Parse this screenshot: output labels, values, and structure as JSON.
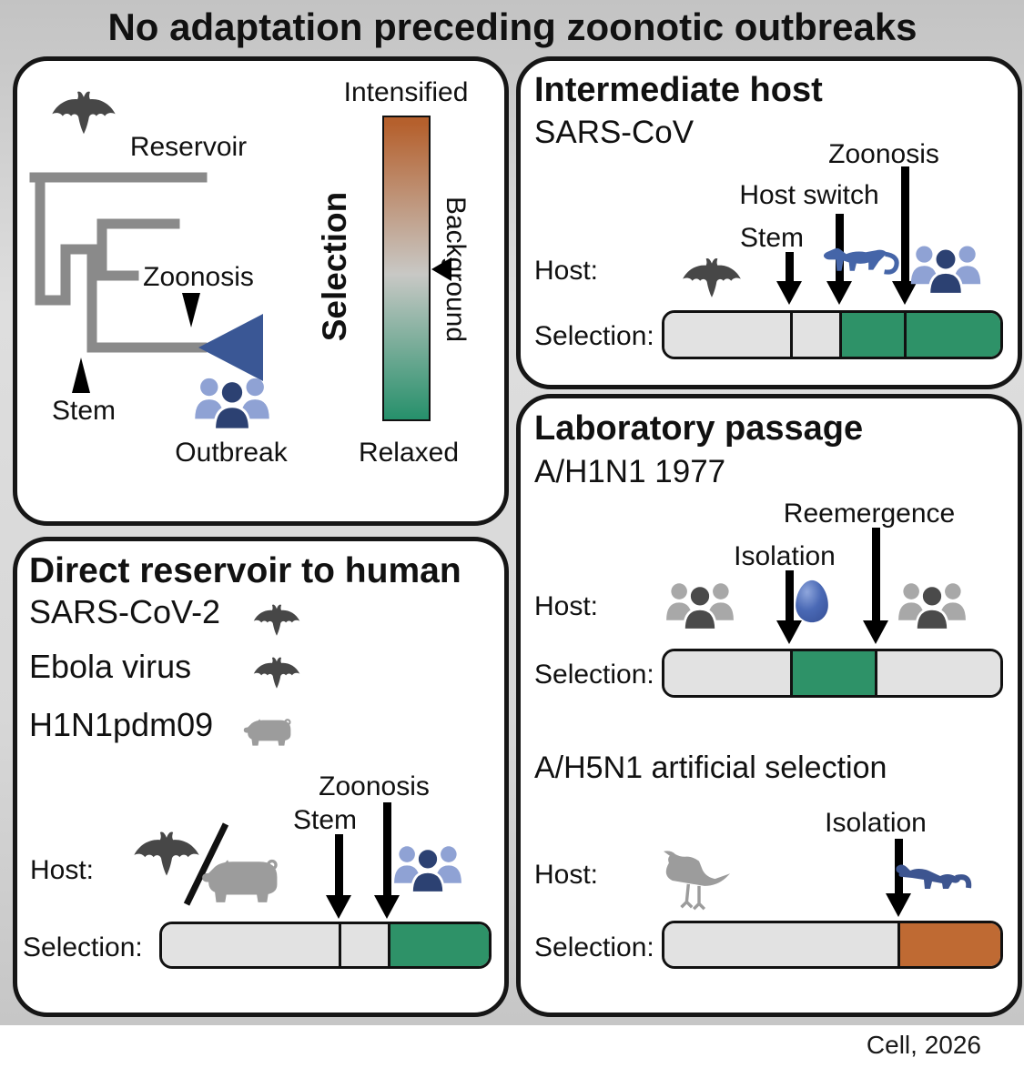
{
  "title": "No adaptation preceding zoonotic outbreaks",
  "credit": "Cell, 2026",
  "colors": {
    "relaxed_green": "#2E9268",
    "background_gray": "#E2E2E2",
    "intensified_orange": "#BF6A33",
    "funnel_blue": "#3A5795",
    "people_blue_light": "#8FA2D4",
    "people_blue_dark": "#2C4172",
    "people_gray_light": "#A8A8A8",
    "people_gray_dark": "#4A4A4A",
    "bat_gray": "#474747",
    "animal_gray": "#9C9C9C",
    "civet_blue": "#4565A8",
    "ferret_blue": "#3D5590",
    "egg_blue": "#4A69B5",
    "egg_blue_light": "#8FA6DC",
    "tree_gray": "#8A8A8A",
    "gradient_top": "#B5602D",
    "gradient_mid": "#C8C8C5",
    "gradient_bottom": "#26906B"
  },
  "icons": {
    "bat": "bat-silhouette",
    "pig": "pig-silhouette",
    "civet": "civet-silhouette",
    "gull": "gull-silhouette",
    "ferret": "ferret-silhouette",
    "egg": "chicken-egg",
    "people_blue": "human-group",
    "people_gray": "human-group",
    "funnel": "outbreak-funnel",
    "tree": "phylogenetic-tree"
  },
  "schematic": {
    "reservoir_label": "Reservoir",
    "zoonosis_label": "Zoonosis",
    "stem_label": "Stem",
    "outbreak_label": "Outbreak",
    "legend": {
      "title": "Selection",
      "top": "Intensified",
      "middle": "Background",
      "bottom": "Relaxed"
    }
  },
  "intermediate": {
    "title": "Intermediate host",
    "subtitle": "SARS-CoV",
    "host_label": "Host:",
    "selection_label": "Selection:",
    "ann_stem": "Stem",
    "ann_host_switch": "Host switch",
    "ann_zoonosis": "Zoonosis",
    "hosts": [
      "bat",
      "civet",
      "humans"
    ],
    "bar": {
      "segments": [
        {
          "state": "background_gray",
          "w": 37.3
        },
        {
          "state": "background_gray",
          "w": 14.7
        },
        {
          "state": "relaxed_green",
          "w": 19.2
        },
        {
          "state": "relaxed_green",
          "w": 28.8
        }
      ]
    }
  },
  "direct": {
    "title": "Direct reservoir to human",
    "viruses": [
      {
        "name": "SARS-CoV-2",
        "icon": "bat"
      },
      {
        "name": "Ebola virus",
        "icon": "bat"
      },
      {
        "name": "H1N1pdm09",
        "icon": "pig"
      }
    ],
    "host_label": "Host:",
    "selection_label": "Selection:",
    "ann_stem": "Stem",
    "ann_zoonosis": "Zoonosis",
    "hosts": [
      "bat",
      "pig",
      "humans"
    ],
    "bar": {
      "segments": [
        {
          "state": "background_gray",
          "w": 54.0
        },
        {
          "state": "background_gray",
          "w": 15.0
        },
        {
          "state": "relaxed_green",
          "w": 31.0
        }
      ]
    }
  },
  "laboratory": {
    "title": "Laboratory passage",
    "subtitle": "A/H1N1 1977",
    "ann_isolation": "Isolation",
    "ann_reemergence": "Reemergence",
    "host_label": "Host:",
    "selection_label": "Selection:",
    "hosts": [
      "humans",
      "egg",
      "humans"
    ],
    "bar": {
      "segments": [
        {
          "state": "background_gray",
          "w": 37.3
        },
        {
          "state": "relaxed_green",
          "w": 25.4
        },
        {
          "state": "background_gray",
          "w": 37.3
        }
      ]
    },
    "subtitle2": "A/H5N1 artificial selection",
    "ann_isolation2": "Isolation",
    "host_label2": "Host:",
    "selection_label2": "Selection:",
    "hosts2": [
      "gull",
      "ferret"
    ],
    "bar2": {
      "segments": [
        {
          "state": "background_gray",
          "w": 69.3
        },
        {
          "state": "intensified_orange",
          "w": 30.7
        }
      ]
    }
  }
}
